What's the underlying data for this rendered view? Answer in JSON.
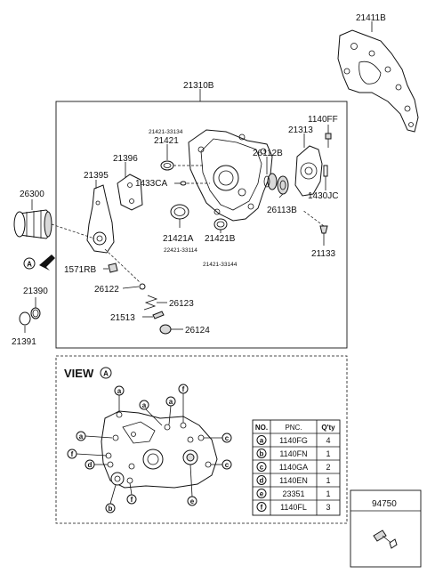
{
  "parts": [
    {
      "id": "p21411B",
      "text": "21411B"
    },
    {
      "id": "p21310B",
      "text": "21310B"
    },
    {
      "id": "p21421_33134",
      "text": "21421-33134"
    },
    {
      "id": "p21421",
      "text": "21421"
    },
    {
      "id": "p21396",
      "text": "21396"
    },
    {
      "id": "p1140FF",
      "text": "1140FF"
    },
    {
      "id": "p21313",
      "text": "21313"
    },
    {
      "id": "p26112B",
      "text": "26112B"
    },
    {
      "id": "p21395",
      "text": "21395"
    },
    {
      "id": "p1433CA",
      "text": "1433CA"
    },
    {
      "id": "p1430JC",
      "text": "1430JC"
    },
    {
      "id": "p26300",
      "text": "26300"
    },
    {
      "id": "p26113B",
      "text": "26113B"
    },
    {
      "id": "p21421A",
      "text": "21421A"
    },
    {
      "id": "p21421B",
      "text": "21421B"
    },
    {
      "id": "p22421_33114",
      "text": "22421-33114"
    },
    {
      "id": "p21421_33144",
      "text": "21421-33144"
    },
    {
      "id": "p21133",
      "text": "21133"
    },
    {
      "id": "p1571RB",
      "text": "1571RB"
    },
    {
      "id": "p21390",
      "text": "21390"
    },
    {
      "id": "p26122",
      "text": "26122"
    },
    {
      "id": "p26123",
      "text": "26123"
    },
    {
      "id": "p21513",
      "text": "21513"
    },
    {
      "id": "p26124",
      "text": "26124"
    },
    {
      "id": "p21391",
      "text": "21391"
    },
    {
      "id": "p94750",
      "text": "94750"
    }
  ],
  "view": {
    "title": "VIEW",
    "letter": "A"
  },
  "arrow_letter": "A",
  "table": {
    "headers": [
      "NO.",
      "PNC.",
      "Q'ty"
    ],
    "rows": [
      {
        "no": "a",
        "pnc": "1140FG",
        "qty": "4"
      },
      {
        "no": "b",
        "pnc": "1140FN",
        "qty": "1"
      },
      {
        "no": "c",
        "pnc": "1140GA",
        "qty": "2"
      },
      {
        "no": "d",
        "pnc": "1140EN",
        "qty": "1"
      },
      {
        "no": "e",
        "pnc": "23351",
        "qty": "1"
      },
      {
        "no": "f",
        "pnc": "1140FL",
        "qty": "3"
      }
    ]
  },
  "bolt_markers": [
    "a",
    "a",
    "a",
    "f",
    "a",
    "c",
    "f",
    "d",
    "c",
    "e",
    "b",
    "f"
  ]
}
